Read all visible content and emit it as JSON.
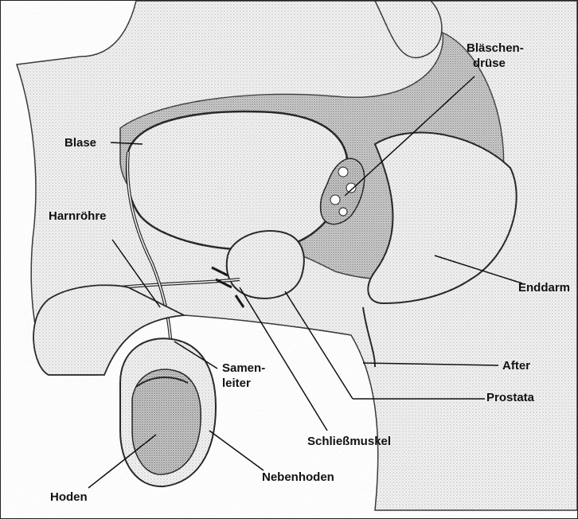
{
  "labels": {
    "blaeschen_1": "Bläschen-",
    "blaeschen_2": "drüse",
    "blase": "Blase",
    "harnroehre": "Harnröhre",
    "enddarm": "Enddarm",
    "after": "After",
    "samen_1": "Samen-",
    "samen_2": "leiter",
    "prostata": "Prostata",
    "schliessmuskel": "Schließmuskel",
    "nebenhoden": "Nebenhoden",
    "hoden": "Hoden"
  }
}
